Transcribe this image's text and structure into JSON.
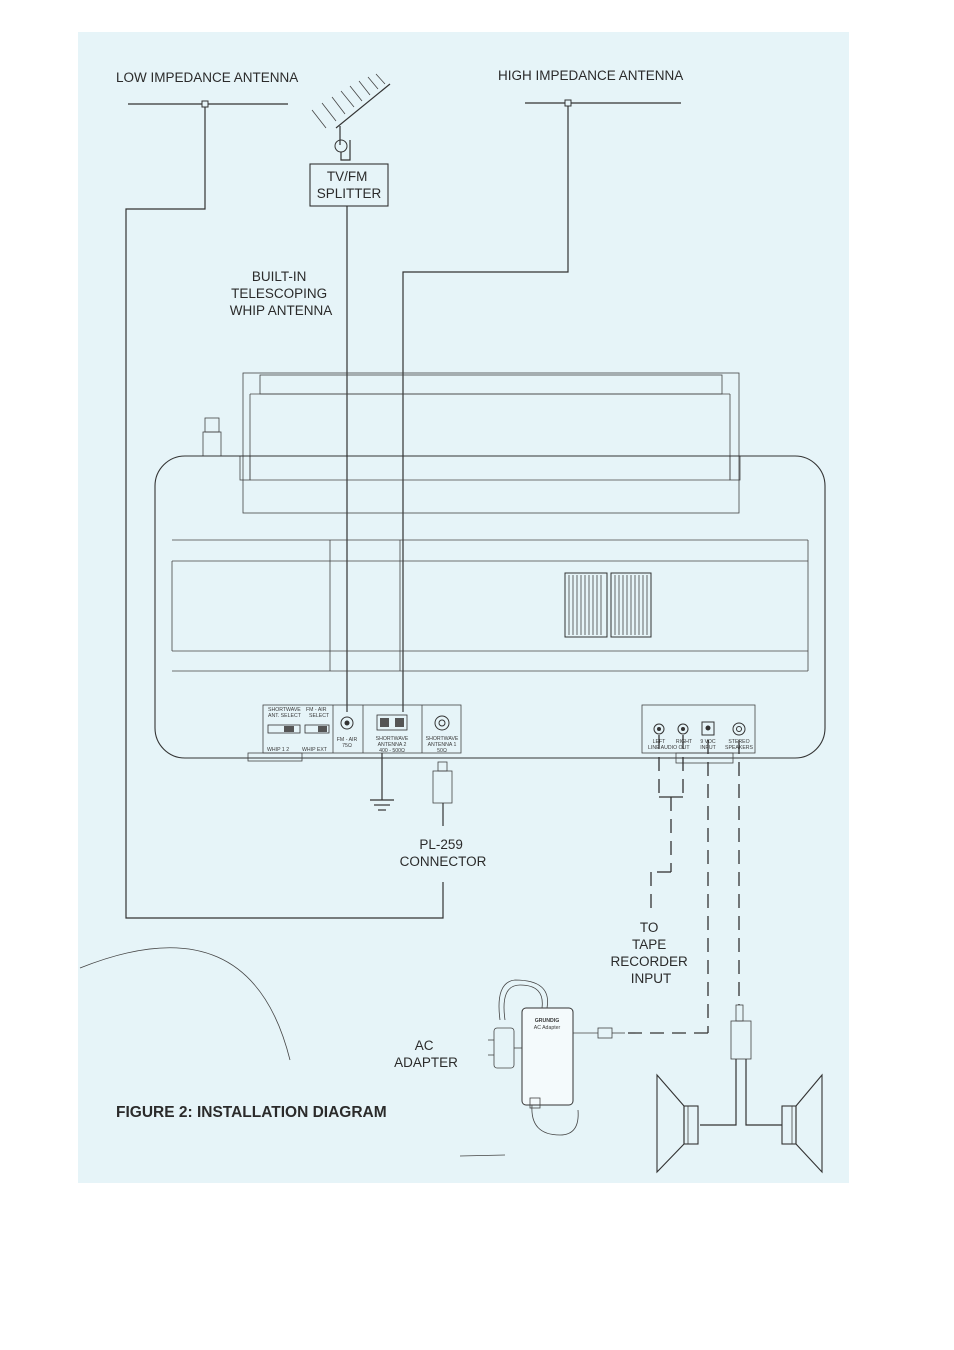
{
  "colors": {
    "paper": "#e6f4f8",
    "line": "#333333"
  },
  "labels": {
    "low_impedance_antenna": "LOW IMPEDANCE ANTENNA",
    "high_impedance_antenna": "HIGH IMPEDANCE ANTENNA",
    "splitter": [
      "TV/FM",
      "SPLITTER"
    ],
    "whip_antenna": [
      "BUILT-IN",
      "TELESCOPING",
      "WHIP ANTENNA"
    ],
    "pl259": [
      "PL-259",
      "CONNECTOR"
    ],
    "tape_recorder": [
      "TO",
      "TAPE",
      "RECORDER",
      "INPUT"
    ],
    "ac_adapter": [
      "AC",
      "ADAPTER"
    ],
    "figure_title": "FIGURE 2: INSTALLATION DIAGRAM"
  },
  "panel_labels": {
    "sw_ant_select": [
      "SHORTWAVE",
      "ANT. SELECT"
    ],
    "fm_air_select": [
      "FM - AIR",
      "SELECT"
    ],
    "whip_12": "WHIP 1  2",
    "whip_ext": "WHIP EXT",
    "fm_air_jack": [
      "FM - AIR",
      "75Ω"
    ],
    "sw_antenna_2": [
      "SHORTWAVE",
      "ANTENNA 2",
      "400 - 500Ω"
    ],
    "sw_antenna_1": [
      "SHORTWAVE",
      "ANTENNA 1",
      "50Ω"
    ],
    "left_line": [
      "LEFT",
      "LINE AUDIO OUT"
    ],
    "right_out": [
      "RIGHT",
      ""
    ],
    "dc_input": [
      "9 VDC",
      "INPUT"
    ],
    "stereo_speakers": [
      "STEREO",
      "SPEAKERS"
    ]
  },
  "adapter_brand": [
    "GRUNDIG",
    "AC Adapter"
  ]
}
